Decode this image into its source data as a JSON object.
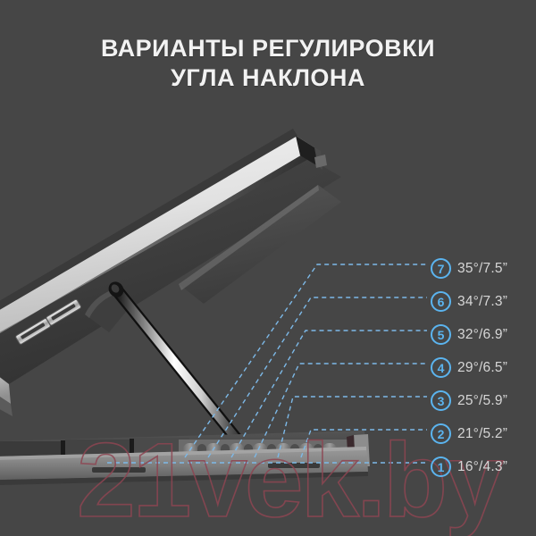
{
  "background_color": "#464646",
  "accent_color": "#5bb4ef",
  "text_color": "#d6d6d6",
  "title": {
    "line1": "ВАРИАНТЫ РЕГУЛИРОВКИ",
    "line2": "УГЛА НАКЛОНА",
    "full": "ВАРИАНТЫ РЕГУЛИРОВКИ\nУГЛА НАКЛОНА"
  },
  "watermark": {
    "text": "21vek.by",
    "color": "#8e4552"
  },
  "product": {
    "name": "laptop-stand",
    "parts": {
      "top_panel": "top-panel",
      "support_strut": "support-strut",
      "base": "base-plate",
      "usb_ports": 2,
      "notch_slots": 7
    }
  },
  "callouts": [
    {
      "number": "7",
      "value": "35°/7.5”",
      "angle": 35,
      "height_in": 7.5
    },
    {
      "number": "6",
      "value": "34°/7.3”",
      "angle": 34,
      "height_in": 7.3
    },
    {
      "number": "5",
      "value": "32°/6.9”",
      "angle": 32,
      "height_in": 6.9
    },
    {
      "number": "4",
      "value": "29°/6.5”",
      "angle": 29,
      "height_in": 6.5
    },
    {
      "number": "3",
      "value": "25°/5.9”",
      "angle": 25,
      "height_in": 5.9
    },
    {
      "number": "2",
      "value": "21°/5.2”",
      "angle": 21,
      "height_in": 5.2
    },
    {
      "number": "1",
      "value": "16°/4.3”",
      "angle": 16,
      "height_in": 4.3
    }
  ]
}
